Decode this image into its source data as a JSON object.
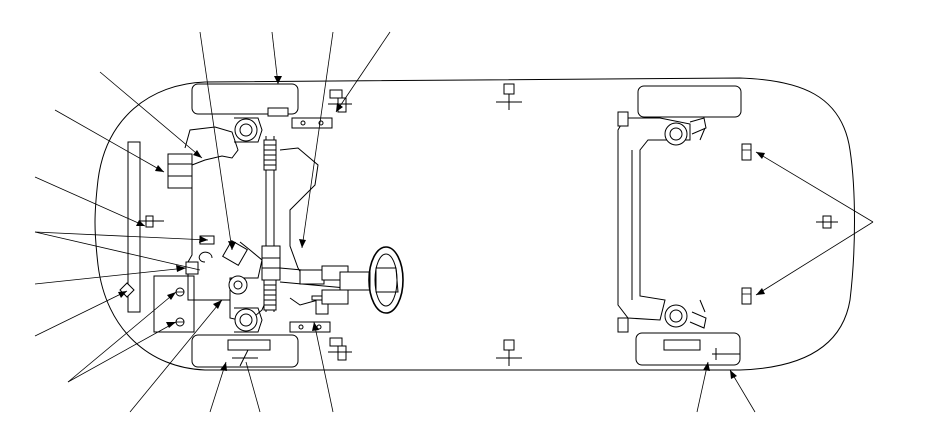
{
  "colors": {
    "line": "#000000",
    "background": "#ffffff"
  },
  "components": [
    "vehicle-body-outline",
    "front-left-wheel-well",
    "front-right-wheel-well",
    "rear-left-wheel-well",
    "rear-right-wheel-well",
    "steering-wheel",
    "steering-column",
    "steering-gearbox",
    "front-subframe",
    "rear-axle",
    "radiator",
    "fuse-box",
    "control-unit"
  ],
  "callouts": {
    "top_count": 4,
    "left_count": 9,
    "bottom_count": 6,
    "right_count": 2
  }
}
